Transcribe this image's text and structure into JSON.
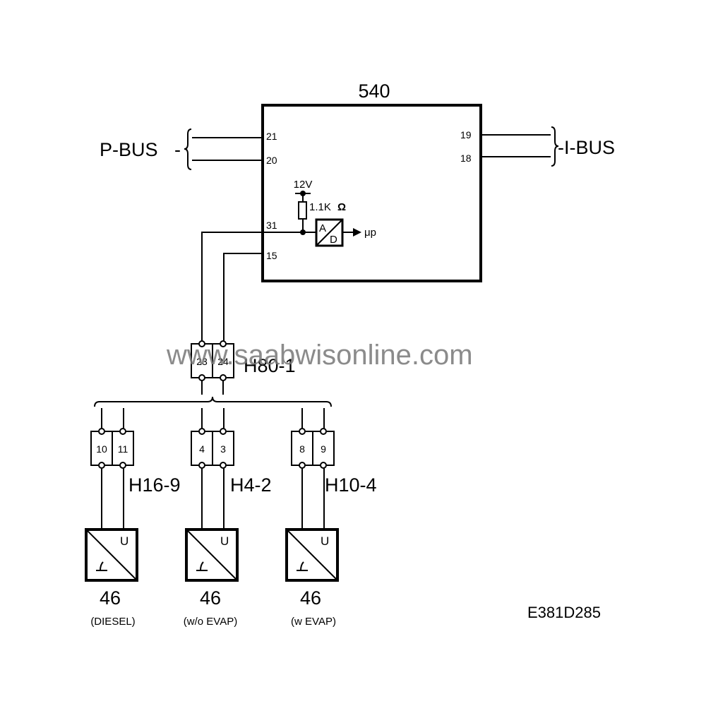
{
  "ecu": {
    "id": "540",
    "pins": {
      "p21": "21",
      "p20": "20",
      "p19": "19",
      "p18": "18",
      "p31": "31",
      "p15": "15"
    },
    "supply": "12V",
    "resistor": "1.1K",
    "ohm": "Ω",
    "ad_a": "A",
    "ad_d": "D",
    "output": "μp"
  },
  "buses": {
    "left": "P-BUS",
    "right": "-I-BUS"
  },
  "main_connector": {
    "id": "H80-1",
    "pin_a": "23",
    "pin_b": "24"
  },
  "branches": [
    {
      "connector": "H16-9",
      "pin_a": "10",
      "pin_b": "11",
      "sensor_id": "46",
      "sensor_note": "(DIESEL)",
      "u": "U"
    },
    {
      "connector": "H4-2",
      "pin_a": "4",
      "pin_b": "3",
      "sensor_id": "46",
      "sensor_note": "(w/o EVAP)",
      "u": "U"
    },
    {
      "connector": "H10-4",
      "pin_a": "8",
      "pin_b": "9",
      "sensor_id": "46",
      "sensor_note": "(w EVAP)",
      "u": "U"
    }
  ],
  "drawing_code": "E381D285",
  "watermark": "www.saabwisonline.com"
}
